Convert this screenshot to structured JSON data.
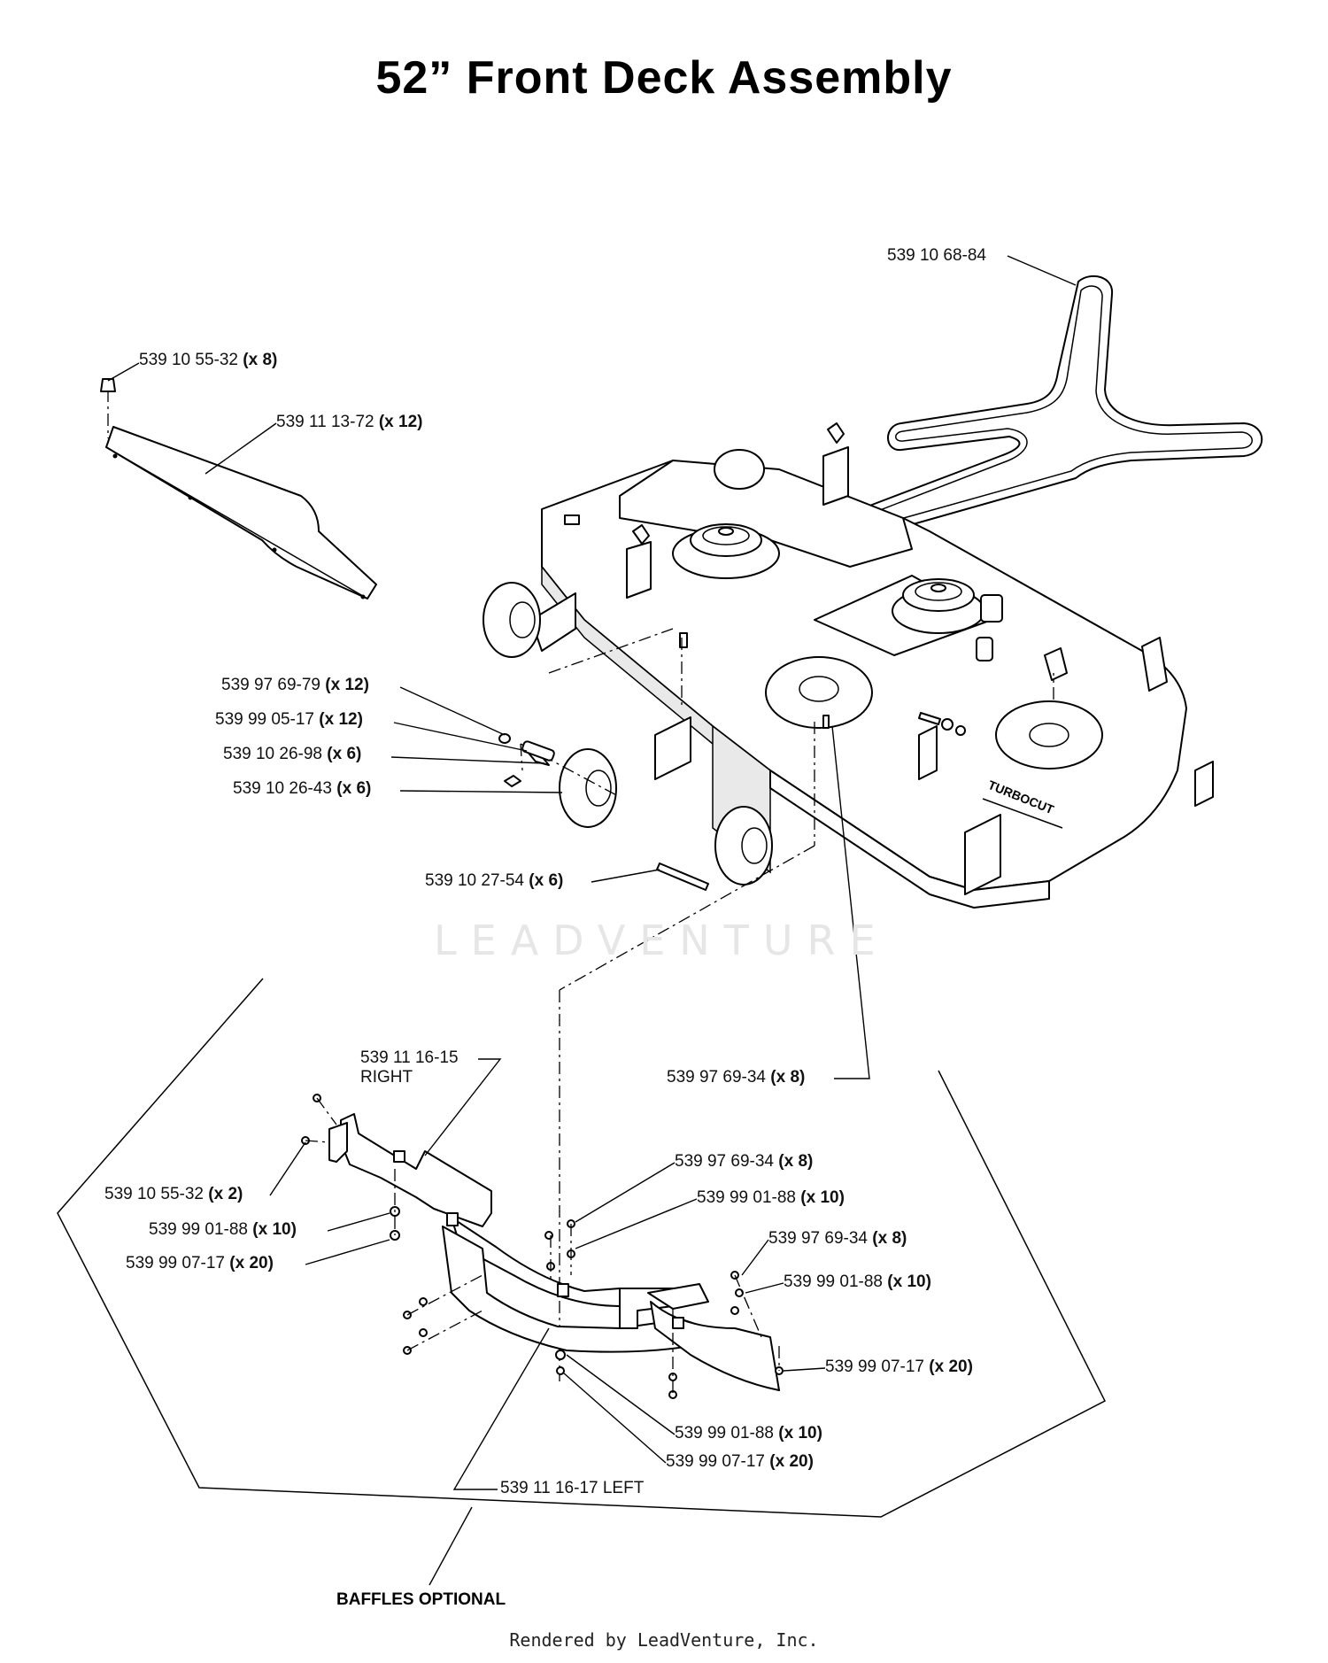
{
  "title": "52”  Front  Deck  Assembly",
  "watermark": "LEADVENTURE",
  "footer": "Rendered by LeadVenture, Inc.",
  "note_baffles": "BAFFLES OPTIONAL",
  "deck_decal": "TURBOCUT",
  "labels": [
    {
      "part": "539 10 68-84",
      "qty": ""
    },
    {
      "part": "539 10 55-32",
      "qty": "(x 8)"
    },
    {
      "part": "539 11 13-72",
      "qty": "(x 12)"
    },
    {
      "part": "539 97 69-79",
      "qty": "(x 12)"
    },
    {
      "part": "539 99 05-17",
      "qty": "(x 12)"
    },
    {
      "part": "539 10 26-98",
      "qty": "(x 6)"
    },
    {
      "part": "539 10 26-43",
      "qty": "(x 6)"
    },
    {
      "part": "539 10 27-54",
      "qty": "(x 6)"
    },
    {
      "part": "539 11 16-15",
      "qty": "",
      "sub": "RIGHT"
    },
    {
      "part": "539 97 69-34",
      "qty": "(x 8)"
    },
    {
      "part": "539 97 69-34",
      "qty": "(x 8)"
    },
    {
      "part": "539 99 01-88",
      "qty": "(x 10)"
    },
    {
      "part": "539 10 55-32",
      "qty": "(x 2)"
    },
    {
      "part": "539 99 01-88",
      "qty": "(x 10)"
    },
    {
      "part": "539 99 07-17",
      "qty": "(x 20)"
    },
    {
      "part": "539 97 69-34",
      "qty": "(x 8)"
    },
    {
      "part": "539 99 01-88",
      "qty": "(x 10)"
    },
    {
      "part": "539 99 07-17",
      "qty": "(x 20)"
    },
    {
      "part": "539 99 01-88",
      "qty": "(x 10)"
    },
    {
      "part": "539 99 07-17",
      "qty": "(x 20)"
    },
    {
      "part": "539 11 16-17 LEFT",
      "qty": ""
    }
  ]
}
